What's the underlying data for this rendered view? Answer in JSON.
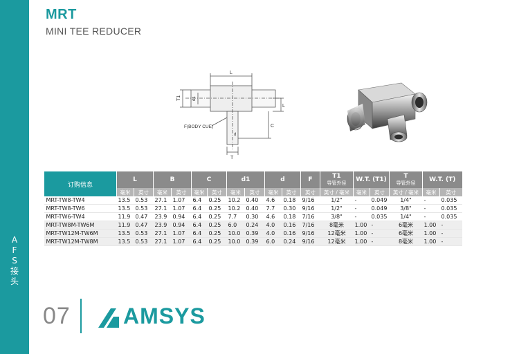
{
  "header": {
    "title": "MRT",
    "subtitle": "MINI TEE REDUCER"
  },
  "sidebar": {
    "vertical_text": [
      "A",
      "F",
      "S",
      "接",
      "头"
    ]
  },
  "drawing": {
    "labels": {
      "L": "L",
      "T1": "T1",
      "d1": "d1",
      "d": "d",
      "C": "C",
      "T": "T",
      "F": "F(BODY CUE)"
    }
  },
  "table": {
    "header_top": {
      "order": "订购信息",
      "L": "L",
      "B": "B",
      "C": "C",
      "d1": "d1",
      "d": "d",
      "F": "F",
      "T1": "T1",
      "T1_sub": "导管外径",
      "WT_T1": "W.T. (T1)",
      "T": "T",
      "T_sub": "导管外径",
      "WT_T": "W.T. (T)"
    },
    "header_units": [
      "毫米",
      "英寸",
      "毫米",
      "英寸",
      "毫米",
      "英寸",
      "毫米",
      "英寸",
      "毫米",
      "英寸",
      "英寸",
      "英寸 / 毫米",
      "毫米",
      "英寸",
      "英寸 / 毫米",
      "毫米",
      "英寸"
    ],
    "rows": [
      [
        "MRT-TW8-TW4",
        "13.5",
        "0.53",
        "27.1",
        "1.07",
        "6.4",
        "0.25",
        "10.2",
        "0.40",
        "4.6",
        "0.18",
        "9/16",
        "1/2\"",
        "-",
        "0.049",
        "1/4\"",
        "-",
        "0.035"
      ],
      [
        "MRT-TW8-TW6",
        "13.5",
        "0.53",
        "27.1",
        "1.07",
        "6.4",
        "0.25",
        "10.2",
        "0.40",
        "7.7",
        "0.30",
        "9/16",
        "1/2\"",
        "-",
        "0.049",
        "3/8\"",
        "-",
        "0.035"
      ],
      [
        "MRT-TW6-TW4",
        "11.9",
        "0.47",
        "23.9",
        "0.94",
        "6.4",
        "0.25",
        "7.7",
        "0.30",
        "4.6",
        "0.18",
        "7/16",
        "3/8\"",
        "-",
        "0.035",
        "1/4\"",
        "-",
        "0.035"
      ],
      [
        "MRT-TW8M-TW6M",
        "11.9",
        "0.47",
        "23.9",
        "0.94",
        "6.4",
        "0.25",
        "6.0",
        "0.24",
        "4.0",
        "0.16",
        "7/16",
        "8毫米",
        "1.00",
        "-",
        "6毫米",
        "1.00",
        "-"
      ],
      [
        "MRT-TW12M-TW6M",
        "13.5",
        "0.53",
        "27.1",
        "1.07",
        "6.4",
        "0.25",
        "10.0",
        "0.39",
        "4.0",
        "0.16",
        "9/16",
        "12毫米",
        "1.00",
        "-",
        "6毫米",
        "1.00",
        "-"
      ],
      [
        "MRT-TW12M-TW8M",
        "13.5",
        "0.53",
        "27.1",
        "1.07",
        "6.4",
        "0.25",
        "10.0",
        "0.39",
        "6.0",
        "0.24",
        "9/16",
        "12毫米",
        "1.00",
        "-",
        "8毫米",
        "1.00",
        "-"
      ]
    ]
  },
  "footer": {
    "page_number": "07",
    "brand": "AMSYS"
  },
  "colors": {
    "accent": "#1b9a9f",
    "header_gray": "#8b8b8b",
    "unit_gray": "#b5b5b5"
  }
}
